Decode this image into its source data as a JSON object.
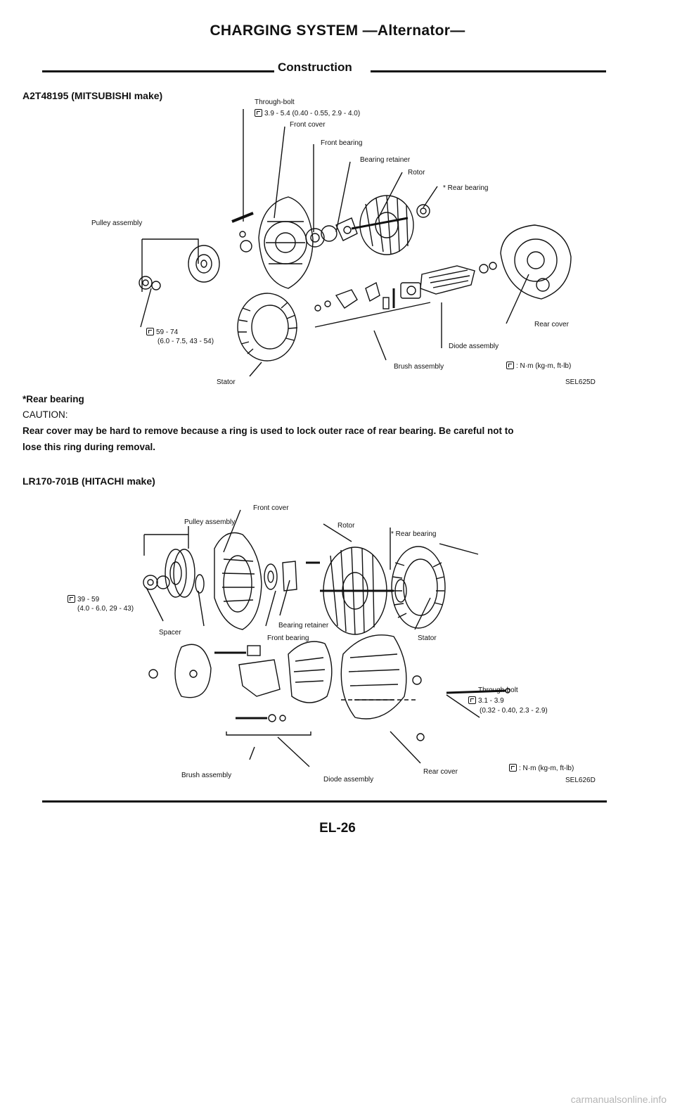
{
  "header": {
    "title": "CHARGING SYSTEM —Alternator—",
    "subtitle": "Construction"
  },
  "mitsubishi": {
    "model": "A2T48195 (MITSUBISHI make)",
    "labels": {
      "through_bolt": "Through-bolt",
      "through_bolt_torque": "3.9 - 5.4 (0.40 - 0.55, 2.9 - 4.0)",
      "front_cover": "Front cover",
      "front_bearing": "Front bearing",
      "bearing_retainer": "Bearing retainer",
      "rotor": "Rotor",
      "rear_bearing": "* Rear bearing",
      "pulley_assembly": "Pulley assembly",
      "pulley_torque_1": "59 - 74",
      "pulley_torque_2": "(6.0 - 7.5, 43 - 54)",
      "rear_cover": "Rear cover",
      "diode_assembly": "Diode assembly",
      "brush_assembly": "Brush assembly",
      "stator": "Stator",
      "unit_legend": ": N·m (kg-m, ft-lb)",
      "figure_code": "SEL625D"
    }
  },
  "notes": {
    "heading": "*Rear bearing",
    "caution_label": "CAUTION:",
    "caution_line1": "Rear cover may be hard to remove because a ring is used to lock outer race of rear bearing. Be careful not to",
    "caution_line2": "lose this ring during removal."
  },
  "hitachi": {
    "model": "LR170-701B (HITACHI make)",
    "labels": {
      "front_cover": "Front cover",
      "pulley_assembly": "Pulley assembly",
      "rotor": "Rotor",
      "rear_bearing": "* Rear bearing",
      "pulley_torque_1": "39 - 59",
      "pulley_torque_2": "(4.0 - 6.0, 29 - 43)",
      "spacer": "Spacer",
      "bearing_retainer": "Bearing retainer",
      "front_bearing": "Front bearing",
      "stator": "Stator",
      "through_bolt": "Through-bolt",
      "through_bolt_torque_1": "3.1 - 3.9",
      "through_bolt_torque_2": "(0.32 - 0.40, 2.3 - 2.9)",
      "rear_cover": "Rear cover",
      "brush_assembly": "Brush assembly",
      "diode_assembly": "Diode assembly",
      "unit_legend": ": N·m (kg-m, ft-lb)",
      "figure_code": "SEL626D"
    }
  },
  "footer": {
    "page_number": "EL-26",
    "watermark": "carmanualsonline.info"
  }
}
